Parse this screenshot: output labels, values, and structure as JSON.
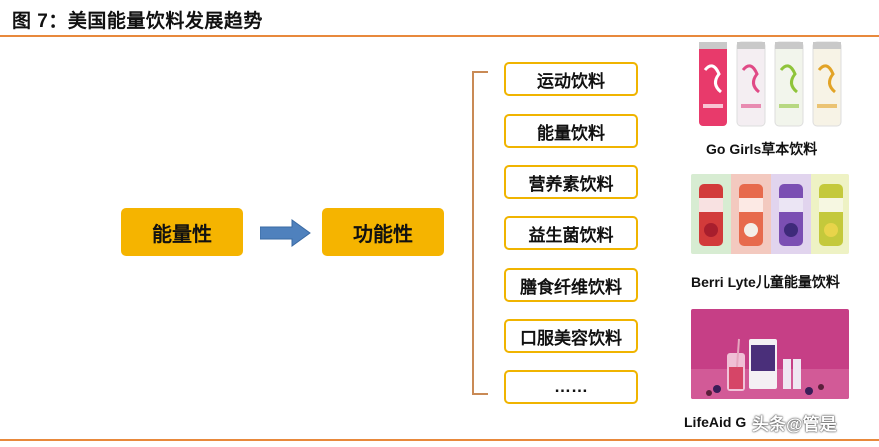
{
  "title": "图 7：美国能量饮料发展趋势",
  "flow": {
    "from_label": "能量性",
    "to_label": "功能性"
  },
  "categories": [
    "运动饮料",
    "能量饮料",
    "营养素饮料",
    "益生菌饮料",
    "膳食纤维饮料",
    "口服美容饮料",
    "……"
  ],
  "products": [
    {
      "caption": "Go Girls草本饮料"
    },
    {
      "caption": "Berri Lyte儿童能量饮料"
    },
    {
      "caption": "LifeAid G"
    }
  ],
  "watermark": "头条@管是",
  "colors": {
    "accent_box": "#f5b400",
    "category_border": "#f0b400",
    "rule": "#e8893c",
    "arrow": "#4f81bd"
  }
}
